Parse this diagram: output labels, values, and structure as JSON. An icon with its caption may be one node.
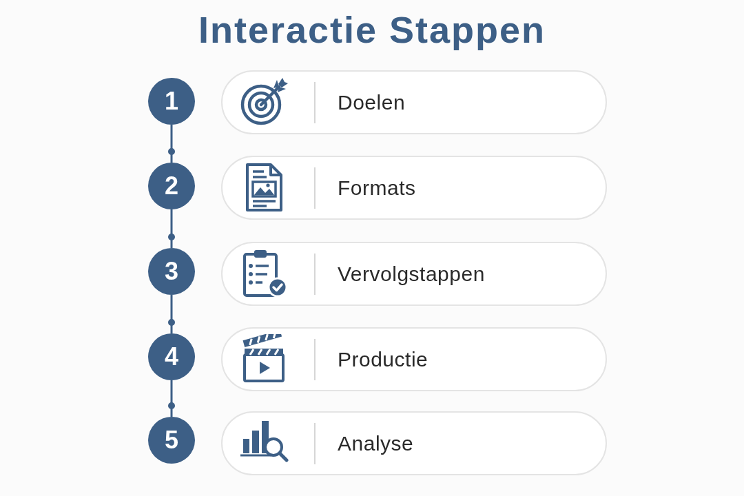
{
  "diagram": {
    "title": "Interactie Stappen",
    "nodes": [
      {
        "text": [
          "1"
        ]
      },
      {
        "text": [
          "Doelen"
        ]
      },
      {
        "text": [
          "2"
        ]
      },
      {
        "text": [
          "Formats"
        ]
      },
      {
        "text": [
          "3"
        ]
      },
      {
        "text": [
          "Vervolgstappen"
        ]
      },
      {
        "text": [
          "4"
        ]
      },
      {
        "text": [
          "Productie"
        ]
      },
      {
        "text": [
          "5"
        ]
      },
      {
        "text": [
          "Analyse"
        ]
      }
    ],
    "edges": [
      {
        "from": 0,
        "to": 2,
        "arrow": "other"
      },
      {
        "from": 2,
        "to": 4,
        "arrow": "other"
      },
      {
        "from": 4,
        "to": 6,
        "arrow": "other"
      },
      {
        "from": 6,
        "to": 8,
        "arrow": "other"
      }
    ]
  }
}
